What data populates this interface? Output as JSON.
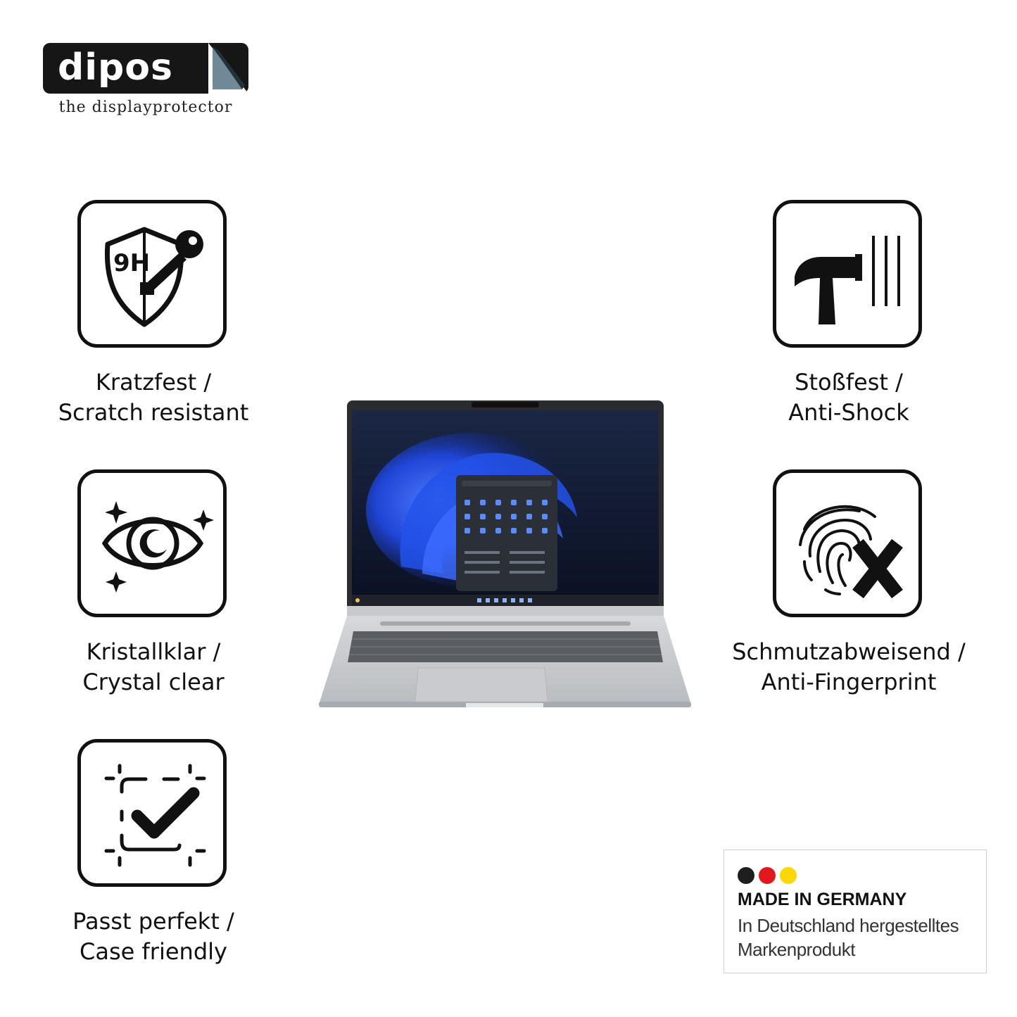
{
  "logo": {
    "word": "dipos",
    "tagline": "the displayprotector"
  },
  "features": [
    {
      "id": "scratch",
      "icon": "shield-key-9h-icon",
      "badge": "9H",
      "line1": "Kratzfest /",
      "line2": "Scratch resistant"
    },
    {
      "id": "clear",
      "icon": "eye-sparkle-icon",
      "line1": "Kristallklar /",
      "line2": "Crystal clear"
    },
    {
      "id": "fit",
      "icon": "frame-check-icon",
      "line1": "Passt perfekt /",
      "line2": "Case friendly"
    },
    {
      "id": "shock",
      "icon": "hammer-icon",
      "line1": "Stoßfest /",
      "line2": "Anti-Shock"
    },
    {
      "id": "fingerprint",
      "icon": "fingerprint-x-icon",
      "line1": "Schmutzabweisend /",
      "line2": "Anti-Fingerprint"
    }
  ],
  "laptop": {
    "icon": "laptop-image"
  },
  "made_in_germany": {
    "title": "MADE IN GERMANY",
    "line1": "In Deutschland hergestelltes",
    "line2": "Markenprodukt",
    "colors": [
      "#1e1e1e",
      "#e3181c",
      "#ffd700"
    ]
  }
}
